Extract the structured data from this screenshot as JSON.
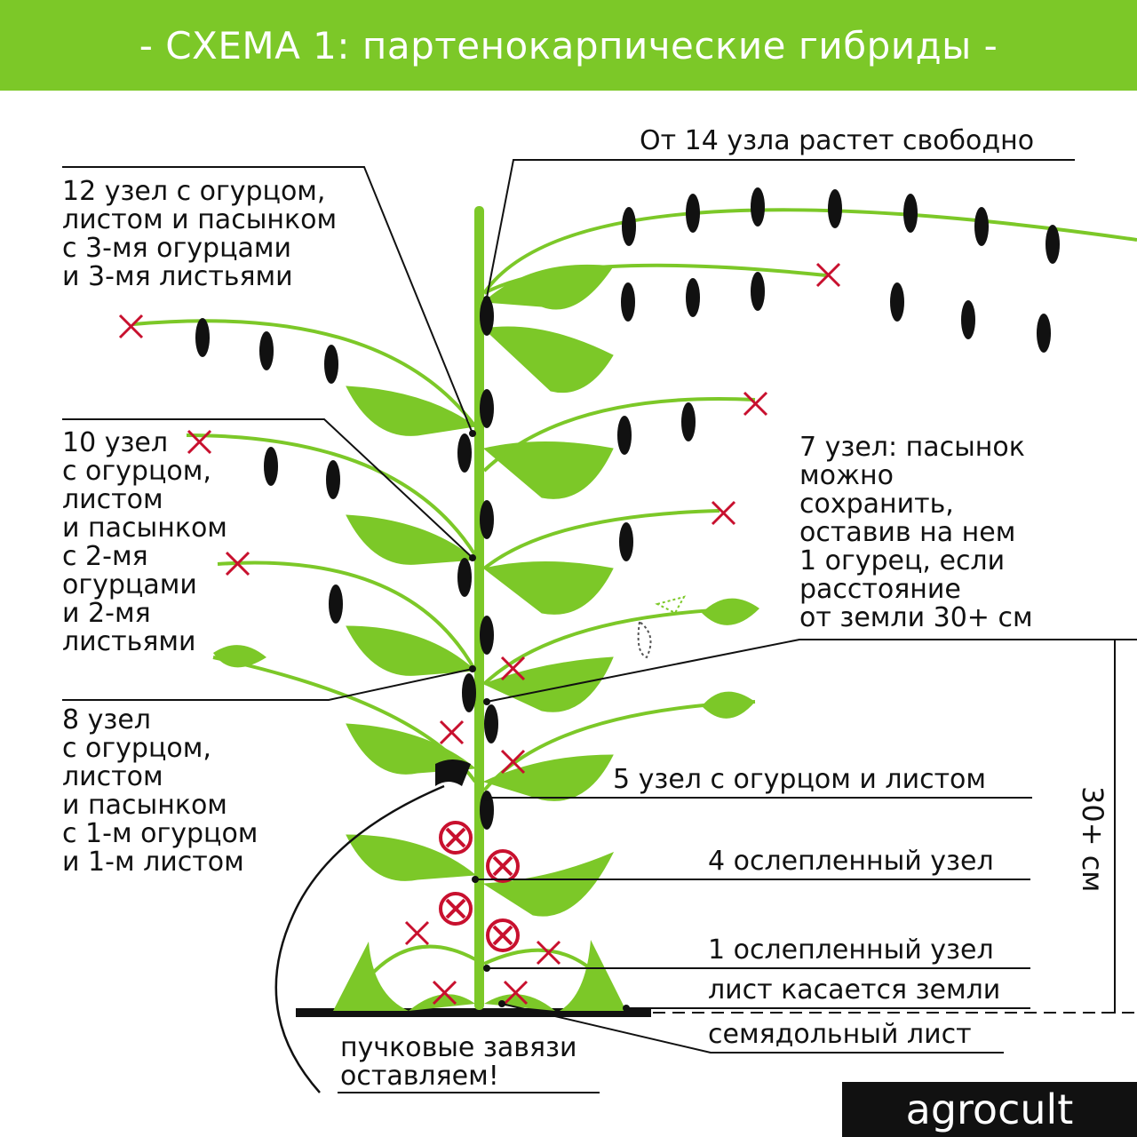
{
  "header": {
    "title": "- СХЕМА 1: партенокарпические гибриды -"
  },
  "labels": {
    "node14": "От 14 узла растет свободно",
    "node12": [
      "12 узел с огурцом,",
      "листом и пасынком",
      "с 3-мя огурцами",
      "и 3-мя листьями"
    ],
    "node10": [
      "10 узел",
      "с огурцом,",
      "листом",
      "и пасынком",
      "с 2-мя",
      "огурцами",
      "и 2-мя",
      "листьями"
    ],
    "node7": [
      "7 узел: пасынок",
      "можно",
      "сохранить,",
      "оставив на нем",
      "1 огурец, если",
      "расстояние",
      "от земли 30+ см"
    ],
    "node8": [
      "8 узел",
      "с огурцом,",
      "листом",
      "и пасынком",
      "с 1-м огурцом",
      "и 1-м листом"
    ],
    "node5": "5 узел с огурцом и листом",
    "node4": "4 ослепленный узел",
    "node1": "1 ослепленный узел",
    "leaf_ground": "лист касается земли",
    "cotyledon": "семядольный лист",
    "bunch": [
      "пучковые завязи",
      "оставляем!"
    ],
    "height": "30+ см"
  },
  "brand": "agrocult",
  "colors": {
    "green": "#7cc828",
    "black": "#111111",
    "red": "#c8102e",
    "white": "#ffffff"
  }
}
